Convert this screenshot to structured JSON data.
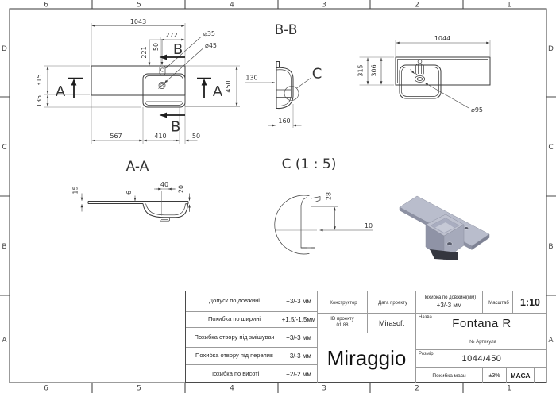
{
  "frame": {
    "cols": [
      "6",
      "5",
      "4",
      "3",
      "2",
      "1"
    ],
    "rows": [
      "D",
      "C",
      "B",
      "A"
    ]
  },
  "front_view": {
    "dim_1043": "1043",
    "dim_272": "272",
    "dim_221": "221",
    "dim_50_top": "50",
    "dim_315": "315",
    "dim_135": "135",
    "dim_567": "567",
    "dim_410": "410",
    "dim_50_bottom": "50",
    "dim_450": "450",
    "dia_35": "⌀35",
    "dia_45": "⌀45",
    "section_b": "B",
    "section_a": "A"
  },
  "section_bb": {
    "title": "B-B",
    "dim_130": "130",
    "dim_160": "160",
    "detail_label": "C"
  },
  "top_view": {
    "dim_1044": "1044",
    "dim_315": "315",
    "dim_306": "306",
    "dia_95": "⌀95"
  },
  "section_aa": {
    "title": "A-A",
    "dim_15": "15",
    "dim_40": "40",
    "dim_20": "20",
    "dim_6": "6"
  },
  "detail_c": {
    "title": "C (1 : 5)",
    "dim_28": "28",
    "dim_10": "10"
  },
  "colors3d": {
    "top": "#b9bdcc",
    "edge": "#8d91a3",
    "end": "#7e8294",
    "rim": "#bfc2d0",
    "cavity": "#a9adc0",
    "cavity_light": "#c6c9d6",
    "wall_left": "#8f93a6",
    "wall_right": "#a6aabb",
    "shadow": "#34363f",
    "hole": "#585c6b",
    "outline": "#8a8e9e"
  },
  "title_block": {
    "tolerances": [
      {
        "label": "Допуск по довжині",
        "value": "+3/-3 мм"
      },
      {
        "label": "Похибка по ширині",
        "value": "+1,5/-1,5мм"
      },
      {
        "label": "Похибка отвору під змішувач",
        "value": "+3/-3 мм"
      },
      {
        "label": "Похибка отвору під перелив",
        "value": "+3/-3 мм"
      },
      {
        "label": "Похибка по висоті",
        "value": "+2/-2 мм"
      }
    ],
    "constructor_label": "Конструктор",
    "project_date_label": "Дата проекту",
    "project_id_label": "ID проекту",
    "project_id_value": "01.88",
    "studio": "Mirasoft",
    "logo": "Miraggio",
    "length_tol_label": "Похибка по довжині(мм)",
    "length_tol_value": "+3/-3 мм",
    "scale_label": "Масштаб",
    "scale_value": "1:10",
    "name_label": "Назва",
    "name_value": "Fontana R",
    "article_label": "№ Артикула",
    "size_label": "Розмір",
    "size_value": "1044/450",
    "mass_tol_label": "Похибка маси",
    "mass_tol_value": "±3%",
    "mass_label": "МАСА"
  }
}
